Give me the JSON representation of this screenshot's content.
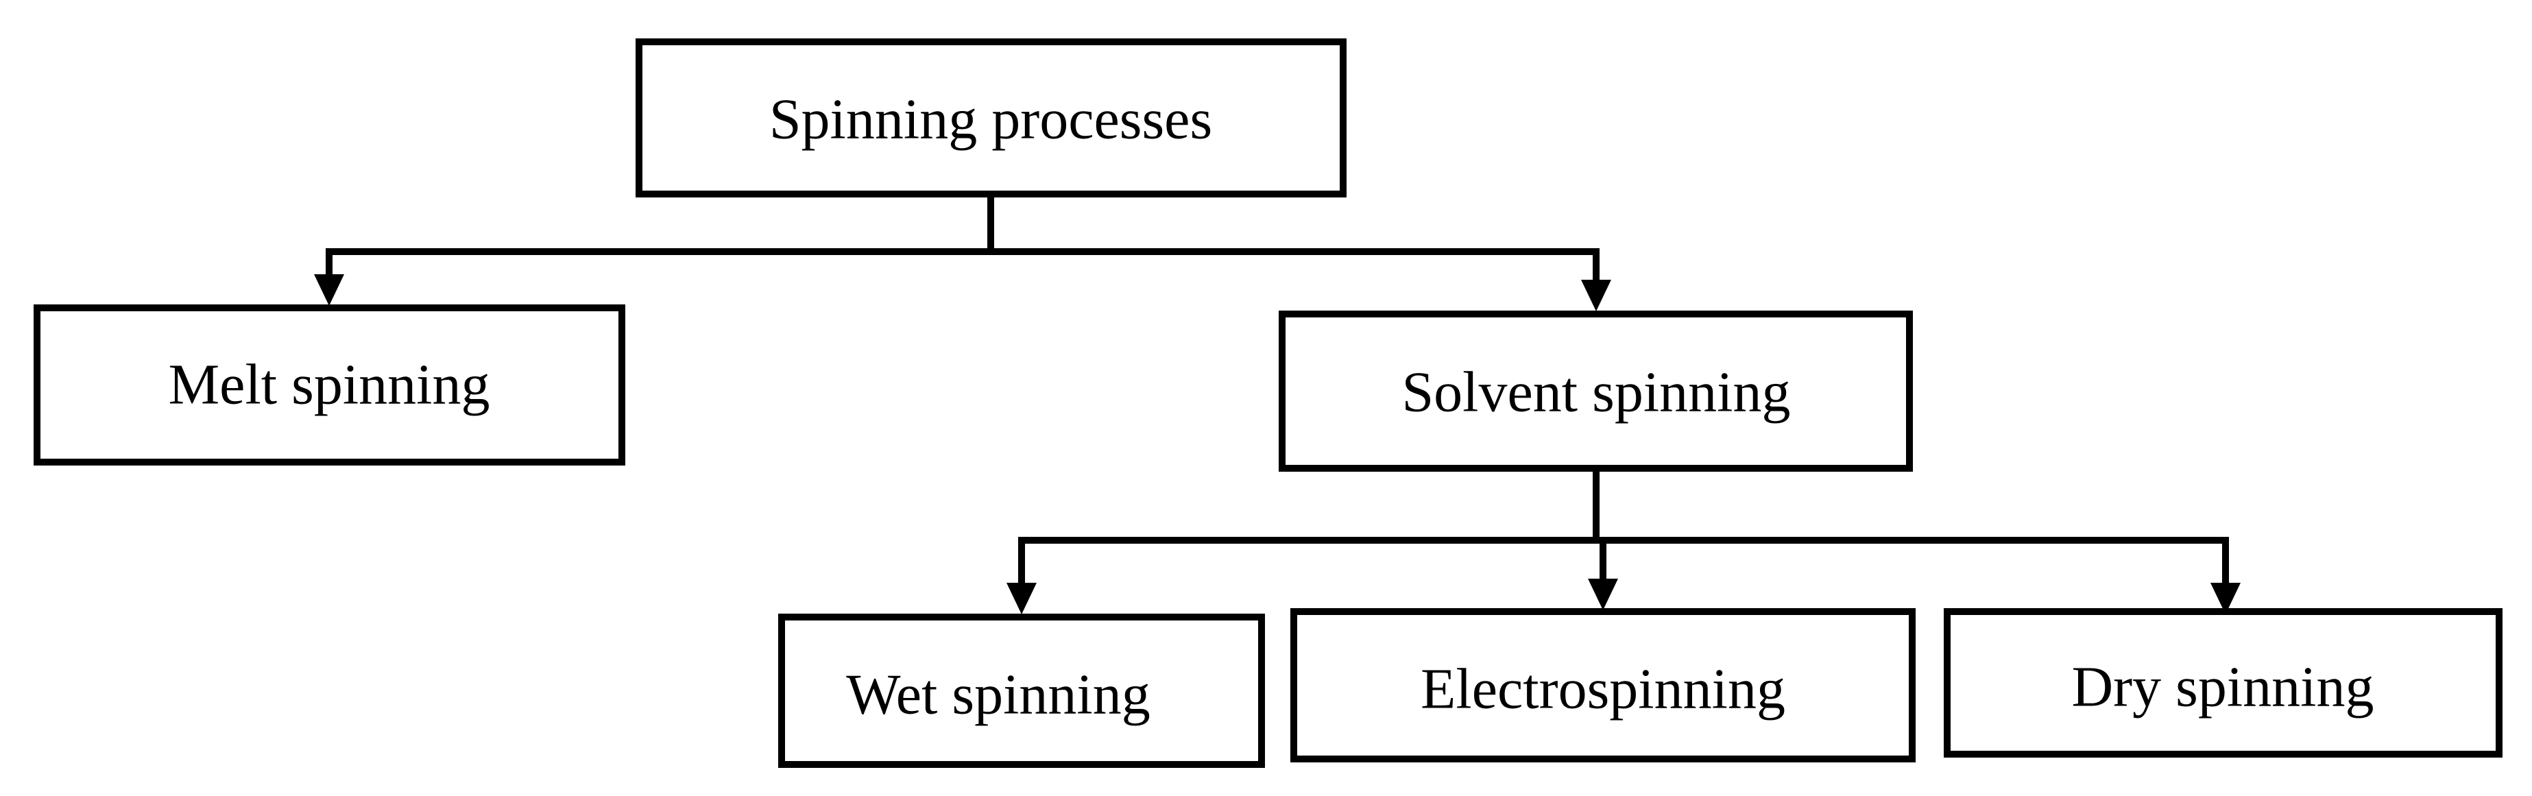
{
  "diagram": {
    "root": {
      "label": "Spinning processes"
    },
    "melt": {
      "label": "Melt spinning"
    },
    "solvent": {
      "label": "Solvent spinning"
    },
    "wet": {
      "label": "Wet spinning"
    },
    "electro": {
      "label": "Electrospinning"
    },
    "dry": {
      "label": "Dry spinning"
    }
  },
  "colors": {
    "line": "#000000",
    "background": "#ffffff"
  }
}
